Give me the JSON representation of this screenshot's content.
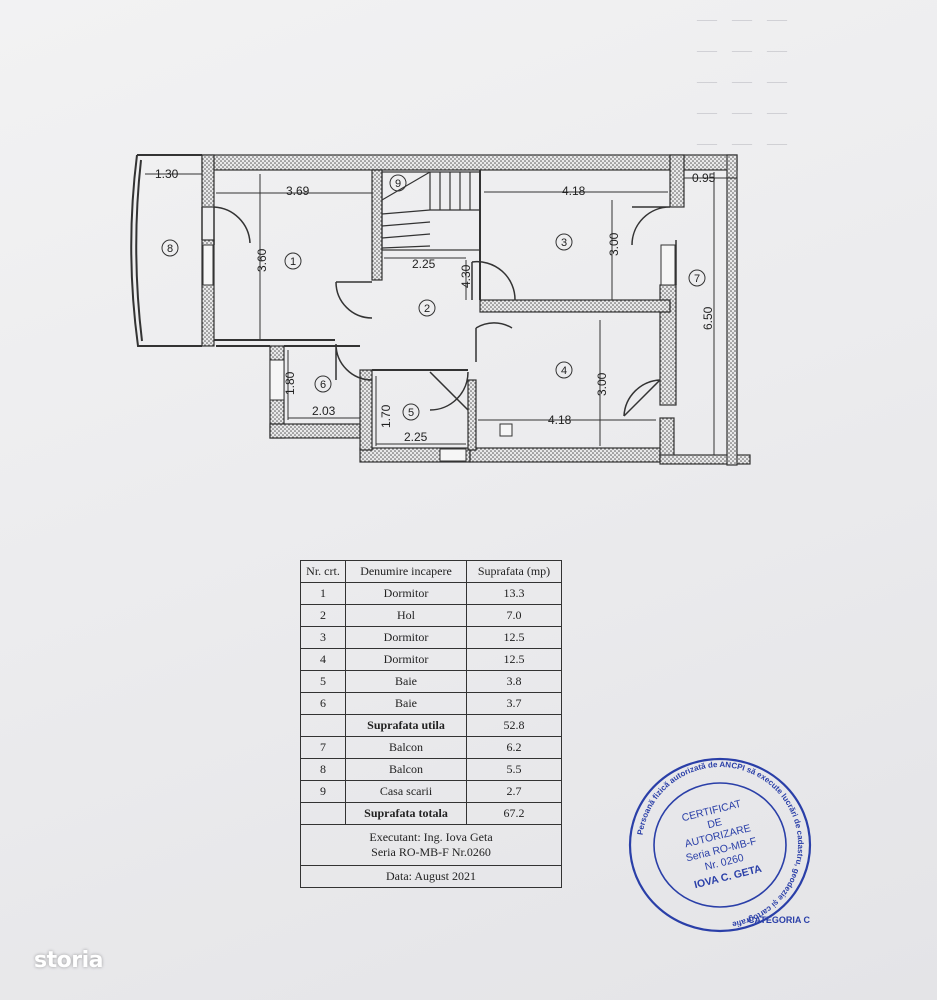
{
  "plan": {
    "room_numbers": [
      "1",
      "2",
      "3",
      "4",
      "5",
      "6",
      "7",
      "8",
      "9"
    ],
    "dimensions": {
      "d_1_30": "1.30",
      "d_3_69": "3.69",
      "d_4_18_top": "4.18",
      "d_0_95": "0.95",
      "d_3_60": "3.60",
      "d_2_25_top": "2.25",
      "d_4_30": "4.30",
      "d_3_00_top": "3.00",
      "d_6_50": "6.50",
      "d_1_80": "1.80",
      "d_2_03": "2.03",
      "d_1_70": "1.70",
      "d_2_25_bottom": "2.25",
      "d_3_00_bottom": "3.00",
      "d_4_18_bottom": "4.18"
    }
  },
  "table": {
    "headers": [
      "Nr. crt.",
      "Denumire incapere",
      "Suprafata (mp)"
    ],
    "rows": [
      {
        "nr": "1",
        "name": "Dormitor",
        "area": "13.3"
      },
      {
        "nr": "2",
        "name": "Hol",
        "area": "7.0"
      },
      {
        "nr": "3",
        "name": "Dormitor",
        "area": "12.5"
      },
      {
        "nr": "4",
        "name": "Dormitor",
        "area": "12.5"
      },
      {
        "nr": "5",
        "name": "Baie",
        "area": "3.8"
      },
      {
        "nr": "6",
        "name": "Baie",
        "area": "3.7"
      },
      {
        "nr": "",
        "name": "Suprafata utila",
        "area": "52.8"
      },
      {
        "nr": "7",
        "name": "Balcon",
        "area": "6.2"
      },
      {
        "nr": "8",
        "name": "Balcon",
        "area": "5.5"
      },
      {
        "nr": "9",
        "name": "Casa scarii",
        "area": "2.7"
      },
      {
        "nr": "",
        "name": "Suprafata totala",
        "area": "67.2"
      }
    ],
    "executant_line1": "Executant: Ing. Iova Geta",
    "executant_line2": "Seria RO-MB-F Nr.0260",
    "date": "Data: August 2021"
  },
  "stamp": {
    "ring_text": "Persoană fizică autorizată de ANCPI să execute lucrări de cadastru, geodezie și cartografie",
    "category": "CATEGORIA C",
    "center_lines": [
      "CERTIFICAT",
      "DE",
      "AUTORIZARE",
      "Seria RO-MB-F",
      "Nr. 0260",
      "IOVA C. GETA"
    ]
  },
  "watermark": "storia",
  "colors": {
    "stamp_blue": "#2a3fa8",
    "ink": "#222222"
  }
}
